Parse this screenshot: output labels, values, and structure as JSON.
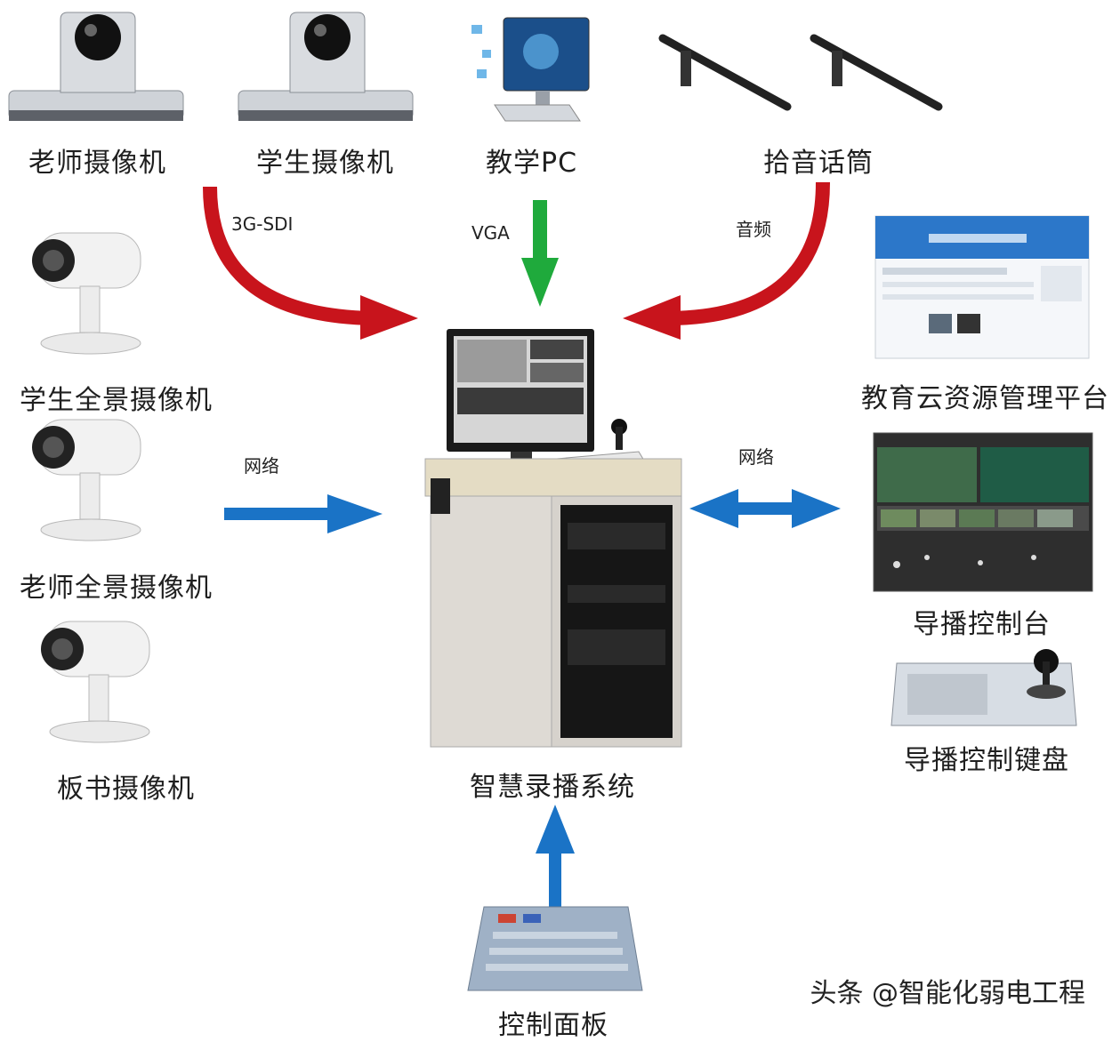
{
  "devices": {
    "teacher_camera": "老师摄像机",
    "student_camera": "学生摄像机",
    "teaching_pc": "教学PC",
    "pickup_mic": "拾音话筒",
    "student_panorama_camera": "学生全景摄像机",
    "teacher_panorama_camera": "老师全景摄像机",
    "blackboard_camera": "板书摄像机",
    "recording_system": "智慧录播系统",
    "cloud_platform": "教育云资源管理平台",
    "director_console": "导播控制台",
    "director_keyboard": "导播控制键盘",
    "control_panel": "控制面板"
  },
  "connections": {
    "sdi": "3G-SDI",
    "vga": "VGA",
    "audio": "音频",
    "network_left": "网络",
    "network_right": "网络"
  },
  "colors": {
    "red_arrow": "#c8141c",
    "green_arrow": "#1faa3c",
    "blue_arrow": "#1a73c6"
  },
  "watermark": "头条 @智能化弱电工程"
}
